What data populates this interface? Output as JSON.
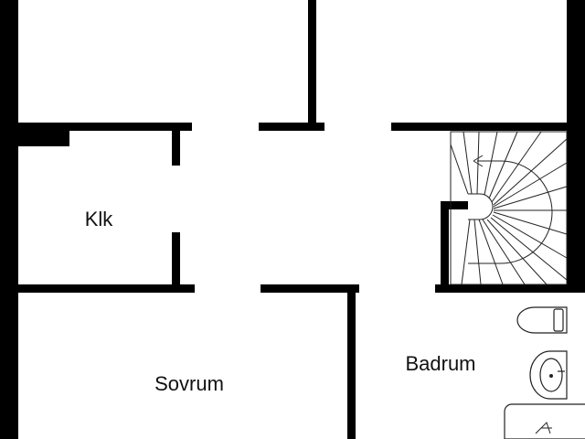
{
  "rooms": [
    {
      "id": "klk",
      "label": "Klk"
    },
    {
      "id": "sovrum",
      "label": "Sovrum"
    },
    {
      "id": "badrum",
      "label": "Badrum"
    }
  ],
  "colors": {
    "wall": "#000000",
    "background": "#ffffff",
    "line": "#222222"
  }
}
